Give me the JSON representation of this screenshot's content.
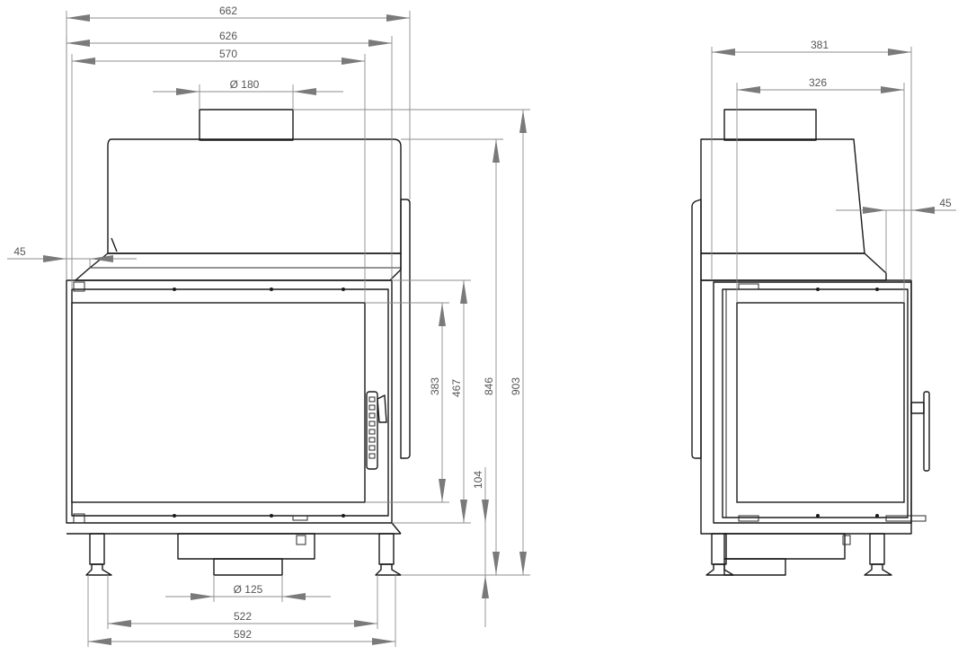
{
  "front_view": {
    "width_overall": "662",
    "width_body": "626",
    "width_firebox": "570",
    "flue_top_diameter": "Ø 180",
    "flue_bottom_diameter": "Ø 125",
    "side_offset": "45",
    "glass_height": "383",
    "door_height": "467",
    "body_height": "846",
    "total_height": "903",
    "leg_height": "104",
    "leg_span_inner": "522",
    "leg_span_outer": "592"
  },
  "side_view": {
    "depth_overall": "381",
    "depth_body": "326",
    "back_offset": "45"
  },
  "colors": {
    "outline": "#1a1a1a",
    "dimension": "#8c8c8c"
  }
}
